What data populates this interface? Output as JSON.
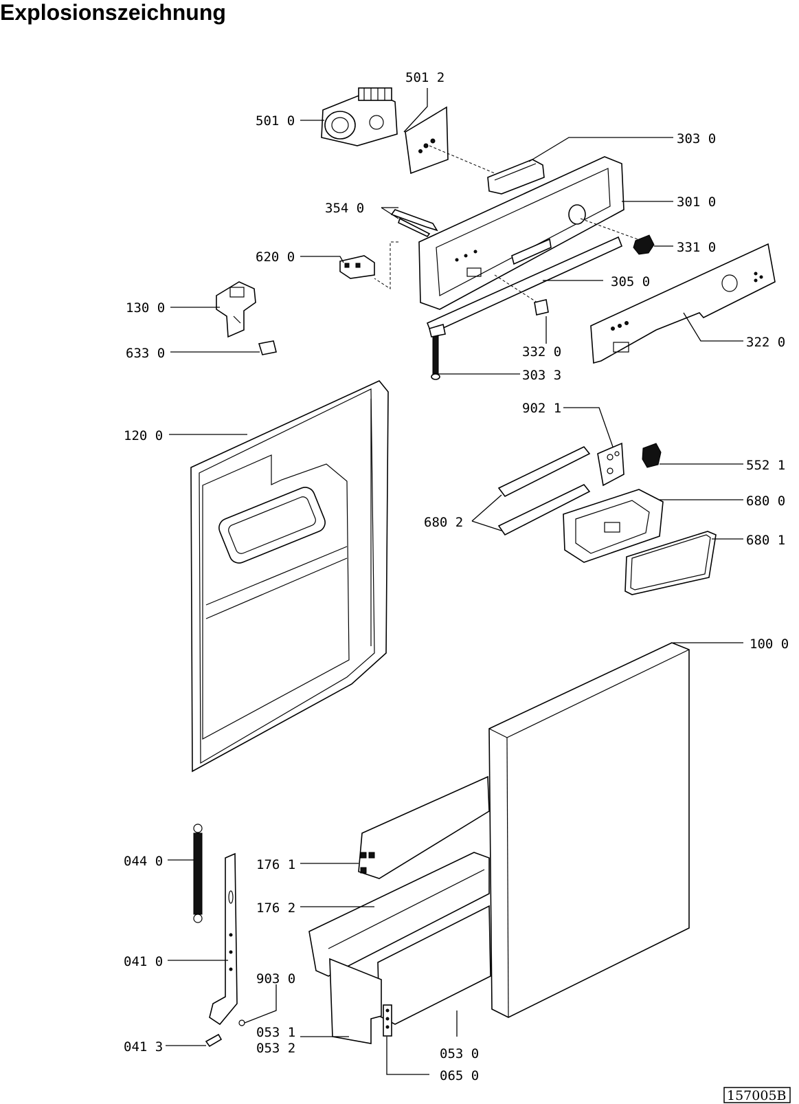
{
  "title": "Explosionszeichnung",
  "reference": "157005B",
  "labels": {
    "l5012": "501 2",
    "l5010": "501 0",
    "l3030": "303 0",
    "l3540": "354 0",
    "l3010": "301 0",
    "l3310": "331 0",
    "l6200": "620 0",
    "l3050": "305 0",
    "l1300": "130 0",
    "l3320": "332 0",
    "l3220": "322 0",
    "l6330": "633 0",
    "l3033": "303 3",
    "l9021": "902 1",
    "l1200": "120 0",
    "l5521": "552 1",
    "l6800": "680 0",
    "l6802": "680 2",
    "l6801": "680 1",
    "l1000": "100 0",
    "l0440": "044 0",
    "l1761": "176 1",
    "l1762": "176 2",
    "l0410": "041 0",
    "l9030": "903 0",
    "l0531": "053 1",
    "l0532": "053 2",
    "l0413": "041 3",
    "l0530": "053 0",
    "l0650": "065 0"
  }
}
